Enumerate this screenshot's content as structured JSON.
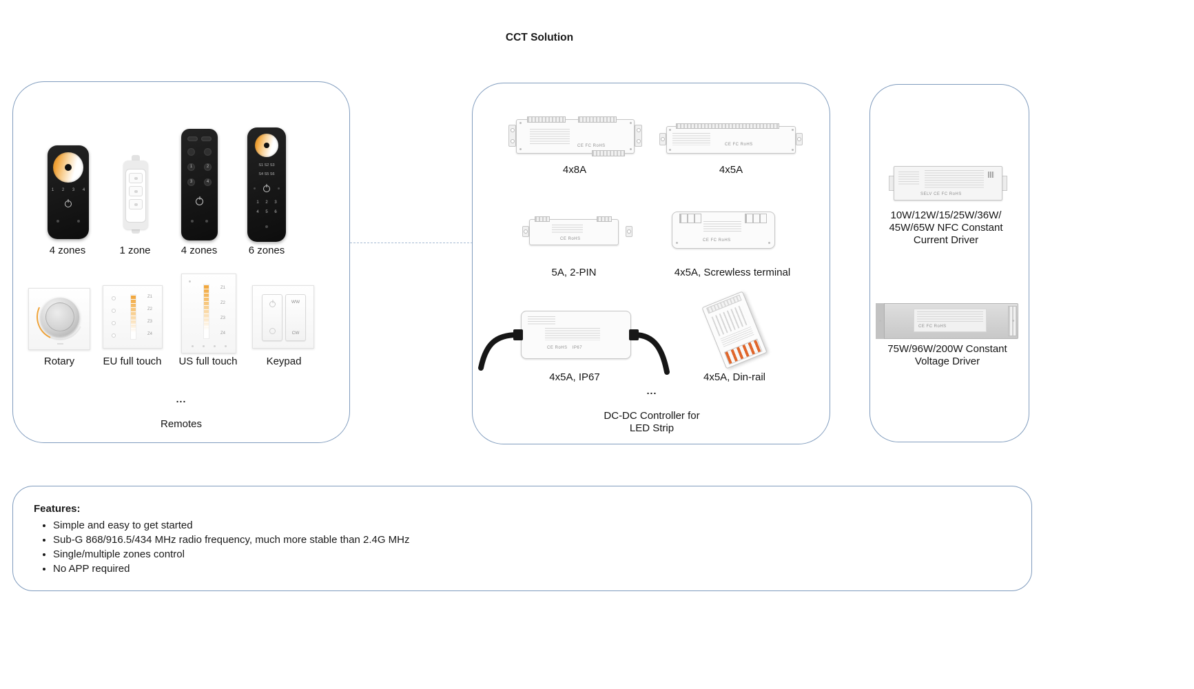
{
  "title": "CCT Solution",
  "common": {
    "cert_text": "CE FC RoHS",
    "cert_text_short": "CE RoHS",
    "ip_rating": "IP67",
    "selv_cert": "SELV CE FC RoHS"
  },
  "remotes_panel": {
    "more": "...",
    "label": "Remotes",
    "row1": [
      {
        "caption": "4 zones",
        "nums": "1 2 3 4"
      },
      {
        "caption": "1 zone"
      },
      {
        "caption": "4 zones",
        "digits": [
          "1",
          "2",
          "3",
          "4"
        ]
      },
      {
        "caption": "6 zones",
        "s_row1": "S1 S2 S3",
        "s_row2": "S4 S5 S6",
        "n_row1": "1 2 3",
        "n_row2": "4 5 6"
      }
    ],
    "row2": [
      {
        "caption": "Rotary"
      },
      {
        "caption": "EU full touch",
        "zones": [
          "Z1",
          "Z2",
          "Z3",
          "Z4"
        ]
      },
      {
        "caption": "US full touch",
        "zones": [
          "Z1",
          "Z2",
          "Z3",
          "Z4"
        ]
      },
      {
        "caption": "Keypad",
        "top_label": "WW",
        "bottom_label": "CW"
      }
    ]
  },
  "controllers_panel": {
    "more": "...",
    "label_line1": "DC-DC Controller for",
    "label_line2": "LED Strip",
    "items": [
      {
        "caption": "4x8A"
      },
      {
        "caption": "4x5A"
      },
      {
        "caption": "5A, 2-PIN"
      },
      {
        "caption": "4x5A, Screwless terminal"
      },
      {
        "caption": "4x5A, IP67"
      },
      {
        "caption": "4x5A, Din-rail"
      }
    ]
  },
  "drivers_panel": {
    "nfc_driver": {
      "caption_lines": [
        "10W/12W/15/25W/36W/",
        "45W/65W NFC Constant",
        "Current Driver"
      ]
    },
    "cv_driver": {
      "caption_lines": [
        "75W/96W/200W Constant",
        "Voltage Driver"
      ]
    }
  },
  "features": {
    "heading": "Features:",
    "bullets": [
      "Simple and easy to get started",
      "Sub-G 868/916.5/434 MHz radio frequency, much more stable than 2.4G MHz",
      "Single/multiple zones control",
      "No APP required"
    ]
  }
}
